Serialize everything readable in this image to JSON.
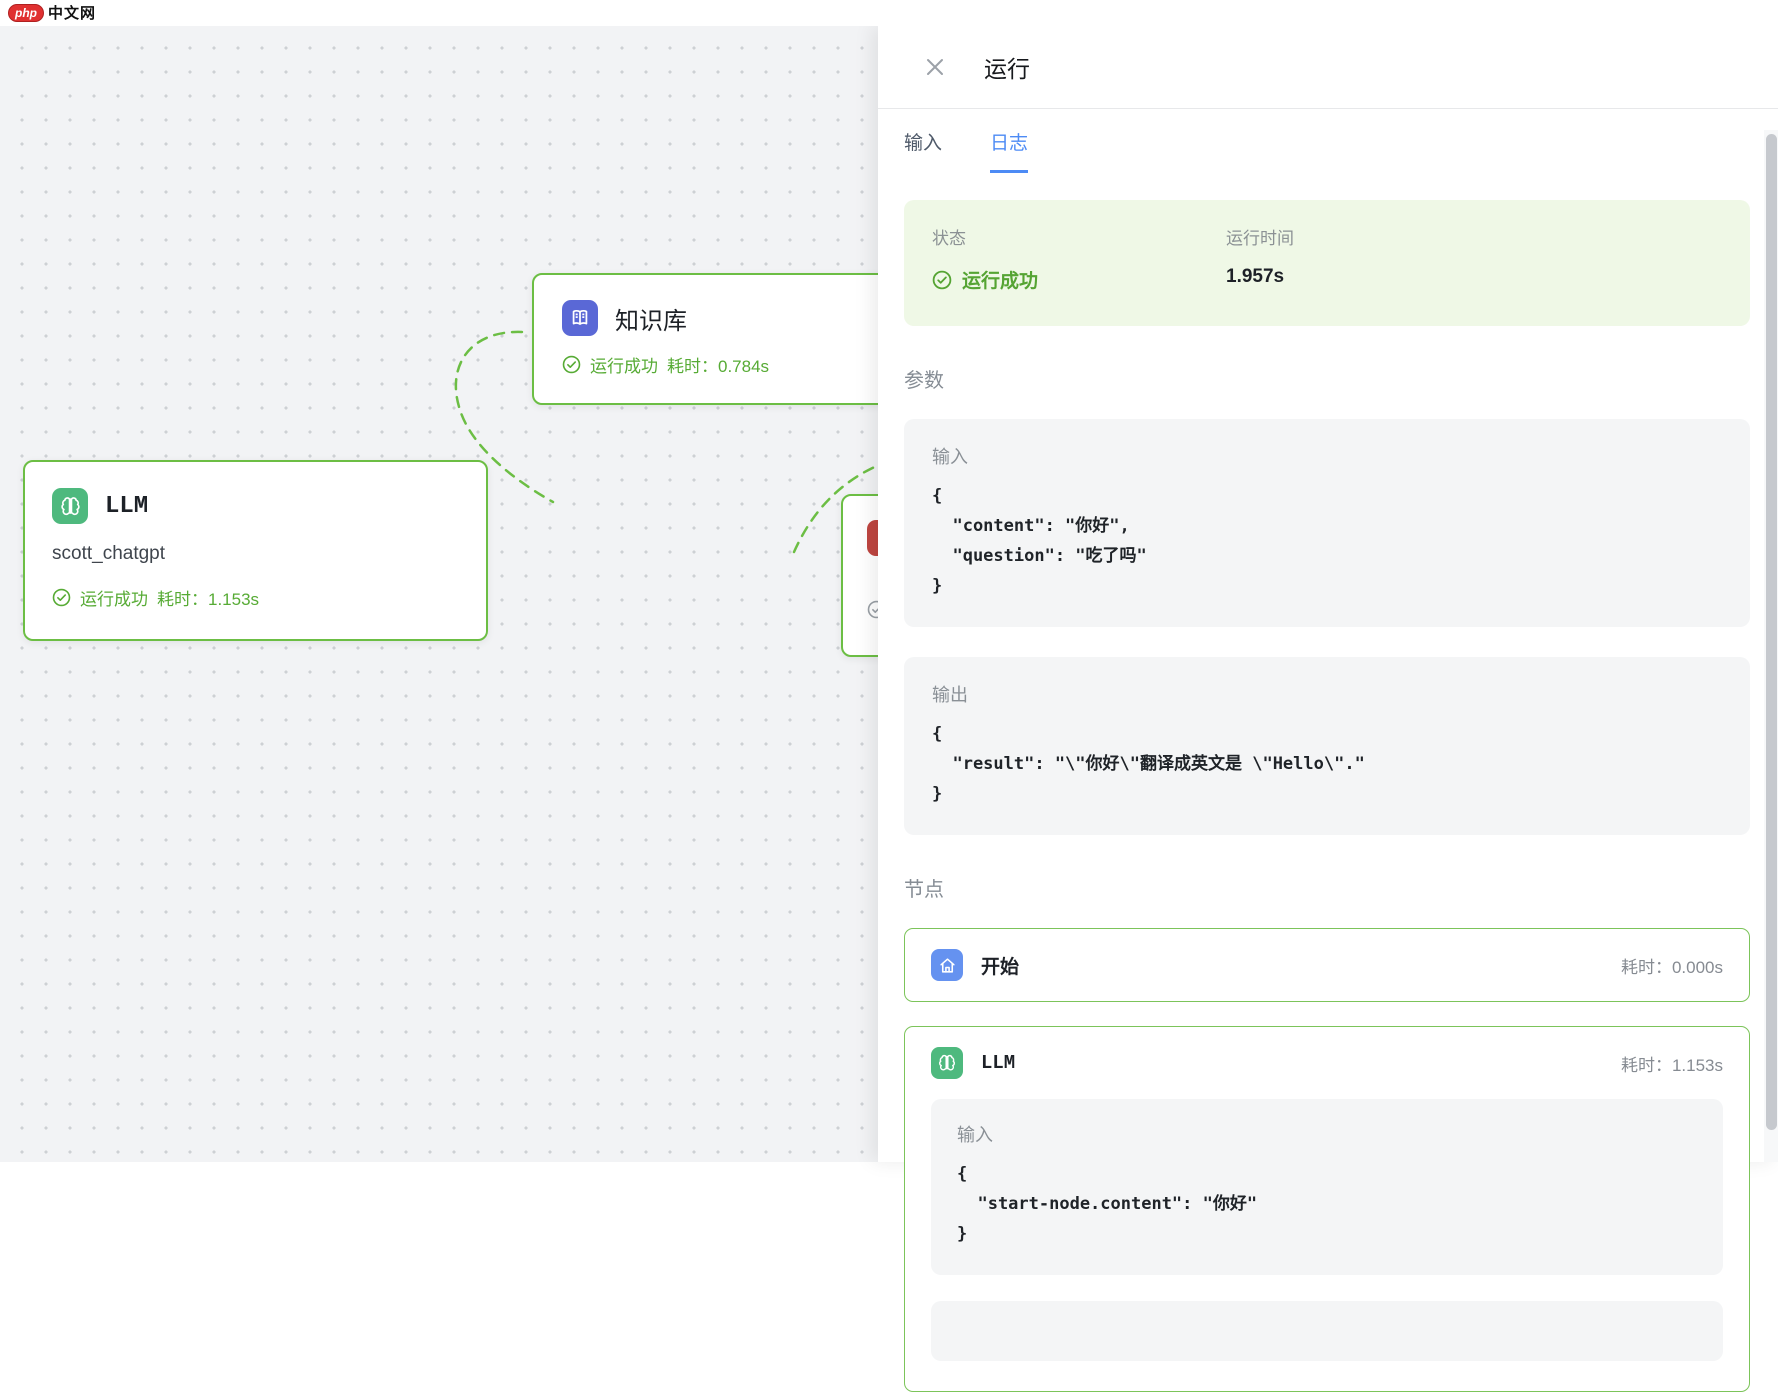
{
  "header": {
    "logo_badge": "php",
    "logo_text": "中文网"
  },
  "canvas": {
    "knowledge_node": {
      "title": "知识库",
      "status": "运行成功",
      "time": "耗时：0.784s"
    },
    "llm_node": {
      "title": "LLM",
      "subtitle": "scott_chatgpt",
      "status": "运行成功",
      "time": "耗时：1.153s"
    }
  },
  "panel": {
    "title": "运行",
    "tab_input": "输入",
    "tab_log": "日志",
    "summary": {
      "status_label": "状态",
      "status_value": "运行成功",
      "runtime_label": "运行时间",
      "runtime_value": "1.957s"
    },
    "params_heading": "参数",
    "param_input": {
      "label": "输入",
      "code": "{\n  \"content\": \"你好\",\n  \"question\": \"吃了吗\"\n}"
    },
    "param_output": {
      "label": "输出",
      "code": "{\n  \"result\": \"\\\"你好\\\"翻译成英文是 \\\"Hello\\\".\"\n}"
    },
    "nodes_heading": "节点",
    "start_node": {
      "title": "开始",
      "time": "耗时：0.000s"
    },
    "llm_node": {
      "title": "LLM",
      "time": "耗时：1.153s",
      "input_label": "输入",
      "input_code": "{\n  \"start-node.content\": \"你好\"\n}"
    }
  },
  "colors": {
    "node_border_green": "#6cbe44",
    "status_green": "#57ab35",
    "tab_blue": "#4d8bf5",
    "knowledge_icon_bg": "#5a68d6",
    "llm_icon_bg": "#4eb97e",
    "start_icon_bg": "#6592f0",
    "alert_icon_bg": "#bf4540",
    "summary_bg": "#eff8e6",
    "box_bg": "#f4f5f6"
  }
}
